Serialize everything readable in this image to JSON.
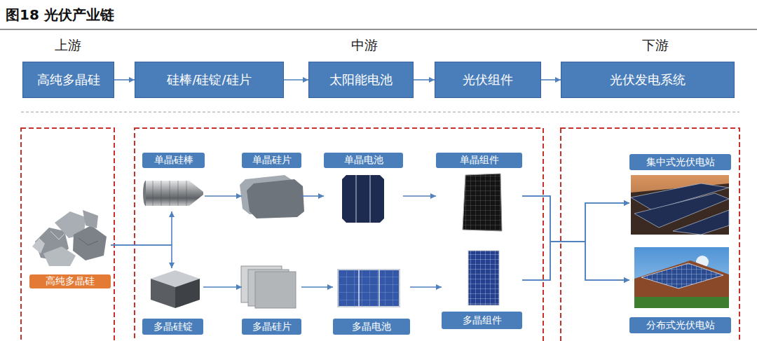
{
  "diagram": {
    "title": "图18 光伏产业链",
    "nodes": [
      {
        "text": [
          "高纯多晶硅"
        ]
      },
      {
        "text": [
          "硅棒/硅锭/硅片"
        ]
      },
      {
        "text": [
          "太阳能电池"
        ]
      },
      {
        "text": [
          "光伏组件"
        ]
      },
      {
        "text": [
          "光伏发电系统"
        ]
      },
      {
        "text": [
          "高纯多晶硅"
        ]
      },
      {
        "text": [
          "单晶硅棒"
        ]
      },
      {
        "text": [
          "单晶硅片"
        ]
      },
      {
        "text": [
          "单晶电池"
        ]
      },
      {
        "text": [
          "单晶组件"
        ]
      },
      {
        "text": [
          "多晶硅锭"
        ]
      },
      {
        "text": [
          "多晶硅片"
        ]
      },
      {
        "text": [
          "多晶电池"
        ]
      },
      {
        "text": [
          "多晶组件"
        ]
      },
      {
        "text": [
          "集中式光伏电站"
        ]
      },
      {
        "text": [
          "分布式光伏电站"
        ]
      }
    ],
    "edges": [
      {
        "from": 0,
        "to": 1,
        "arrow": "to"
      },
      {
        "from": 1,
        "to": 2,
        "arrow": "to"
      },
      {
        "from": 2,
        "to": 3,
        "arrow": "to"
      },
      {
        "from": 3,
        "to": 4,
        "arrow": "to"
      },
      {
        "from": 5,
        "to": 6,
        "arrow": "to"
      },
      {
        "from": 5,
        "to": 10,
        "arrow": "to"
      },
      {
        "from": 6,
        "to": 7,
        "arrow": "to"
      },
      {
        "from": 7,
        "to": 8,
        "arrow": "to"
      },
      {
        "from": 8,
        "to": 9,
        "arrow": "to"
      },
      {
        "from": 10,
        "to": 11,
        "arrow": "to"
      },
      {
        "from": 11,
        "to": 12,
        "arrow": "to"
      },
      {
        "from": 12,
        "to": 13,
        "arrow": "to"
      },
      {
        "from": 9,
        "to": 14,
        "arrow": "to"
      },
      {
        "from": 9,
        "to": 15,
        "arrow": "to"
      },
      {
        "from": 13,
        "to": 14,
        "arrow": "to"
      },
      {
        "from": 13,
        "to": 15,
        "arrow": "to"
      }
    ],
    "labels": [
      "上游",
      "中游",
      "下游"
    ]
  }
}
